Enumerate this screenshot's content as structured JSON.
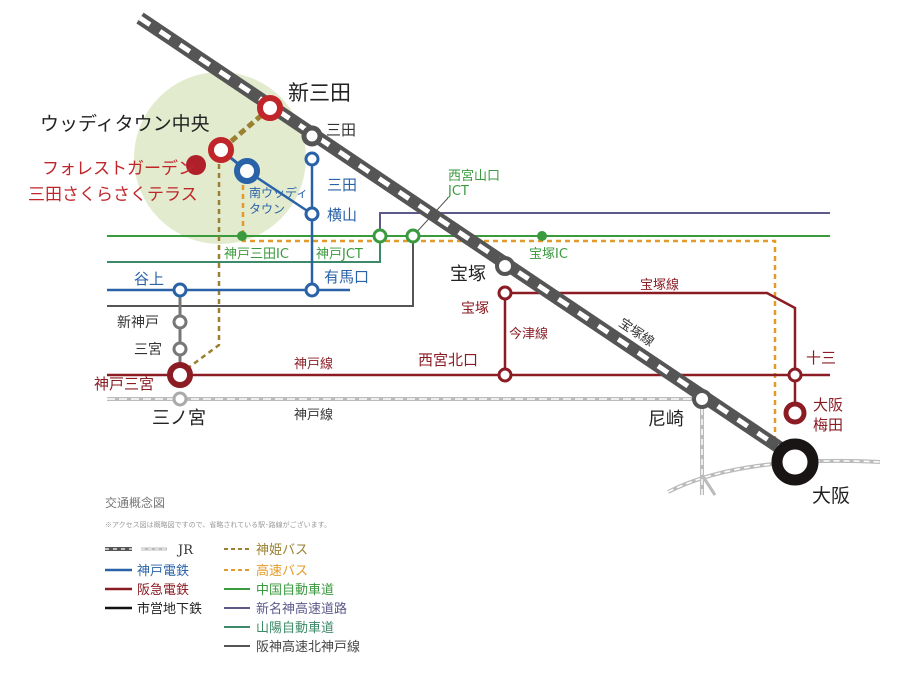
{
  "colors": {
    "jr": "#555555",
    "kobe_dentetsu": "#2a62a8",
    "hankyu": "#8b1c24",
    "subway": "#111111",
    "shinki_bus": "#9a8030",
    "express_bus": "#e29b2a",
    "chugoku": "#3a9a3e",
    "meishin": "#5c5a8a",
    "sanyo": "#3d8a6a",
    "hanshin_exp": "#555555",
    "area": "#e2ebcd",
    "highlight": "#c0252a"
  },
  "stations": {
    "woody_town": "ウッディタウン中央",
    "forest_garden": "フォレストガーデン",
    "sanda_sakura": "三田さくらさくテラス",
    "shin_sanda": "新三田",
    "sanda_jr": "三田",
    "sanda_kobe": "三田",
    "minami_woody_1": "南ウッディ",
    "minami_woody_2": "タウン",
    "yokoyama": "横山",
    "arimaguchi": "有馬口",
    "tanigami": "谷上",
    "shin_kobe": "新神戸",
    "sannomiya_sub": "三宮",
    "kobe_sannomiya": "神戸三宮",
    "sannomiya_jr": "三ノ宮",
    "takarazuka_jr": "宝塚",
    "takarazuka_hk": "宝塚",
    "nishinomiya_kitaguchi": "西宮北口",
    "juso": "十三",
    "umeda_1": "大阪",
    "umeda_2": "梅田",
    "amagasaki": "尼崎",
    "osaka": "大阪"
  },
  "roads": {
    "nishinomiya_yamaguchi_1": "西宮山口",
    "nishinomiya_yamaguchi_2": "JCT",
    "kobe_sanda_ic": "神戸三田IC",
    "kobe_jct": "神戸JCT",
    "takarazuka_ic": "宝塚IC"
  },
  "lines": {
    "hankyu_kobe": "神戸線",
    "jr_kobe": "神戸線",
    "hankyu_takarazuka": "宝塚線",
    "imazu": "今津線",
    "jr_takarazuka": "宝塚線"
  },
  "legend": {
    "title": "交通概念図",
    "note": "※アクセス図は概略図ですので、省略されている駅･路線がございます。",
    "items": [
      {
        "label": "JR"
      },
      {
        "label": "神戸電鉄"
      },
      {
        "label": "阪急電鉄"
      },
      {
        "label": "市営地下鉄"
      },
      {
        "label": "神姫バス"
      },
      {
        "label": "高速バス"
      },
      {
        "label": "中国自動車道"
      },
      {
        "label": "新名神高速道路"
      },
      {
        "label": "山陽自動車道"
      },
      {
        "label": "阪神高速北神戸線"
      }
    ]
  }
}
